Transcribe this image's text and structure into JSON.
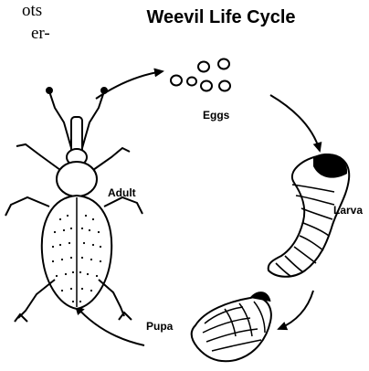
{
  "diagram": {
    "title": "Weevil Life Cycle",
    "edge_fragments": [
      "ots",
      "er-"
    ],
    "stages": {
      "eggs": "Eggs",
      "larva": "Larva",
      "pupa": "Pupa",
      "adult": "Adult"
    },
    "cycle_order": [
      "Eggs",
      "Larva",
      "Pupa",
      "Adult"
    ]
  }
}
